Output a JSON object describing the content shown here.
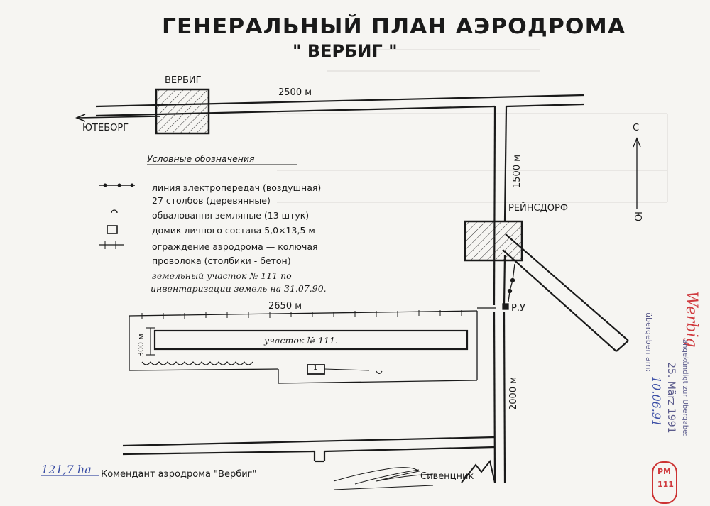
{
  "title": {
    "line1": "ГЕНЕРАЛЬНЫЙ ПЛАН АЭРОДРОМА",
    "line2": "\" ВЕРБИГ \""
  },
  "labels": {
    "verbig": "ВЕРБИГ",
    "yuteborg": "ЮТЕБОРГ",
    "reinsdorf": "РЕЙНСДОРФ",
    "road_length": "2500 м",
    "road_vertical_length": "1500 м",
    "field_length": "2650 м",
    "field_width": "300 м",
    "south_road_length": "2000 м",
    "ru": "Р.У",
    "plot_label": "участок № 111.",
    "hut_mark": "1",
    "compass_north": "С",
    "compass_south": "Ю"
  },
  "legend": {
    "heading": "Условные обозначения",
    "items": [
      "линия электропередач (воздушная)",
      "27 столбов (деревянные)",
      "обваловання земляные (13 штук)",
      "домик личного состава 5,0×13,5 м",
      "ограждение аэродрома  —  колючая",
      "проволока (столбики - бетон)"
    ],
    "handnote_1": "земельный участок № 111 по",
    "handnote_2": "инвентаризации земель на 31.07.90."
  },
  "footer": {
    "commander": "Комендант аэродрома \"Вербиг\"",
    "signature_name": "Сивенцник"
  },
  "annotations": {
    "area": "121,7 ha",
    "stamp_place": "Werbig",
    "stamp_line": "angekündigt zur Übergabe:",
    "stamp_date": "25. März 1991",
    "handed_over_label": "übergeben am:",
    "handed_over_date": "10.06.91",
    "badge_line1": "PM",
    "badge_line2": "111"
  },
  "colors": {
    "ink": "#1a1a1a",
    "blue_pen": "#3c4fa6",
    "red_stamp": "#d03b3f",
    "paper": "#f6f5f2"
  }
}
